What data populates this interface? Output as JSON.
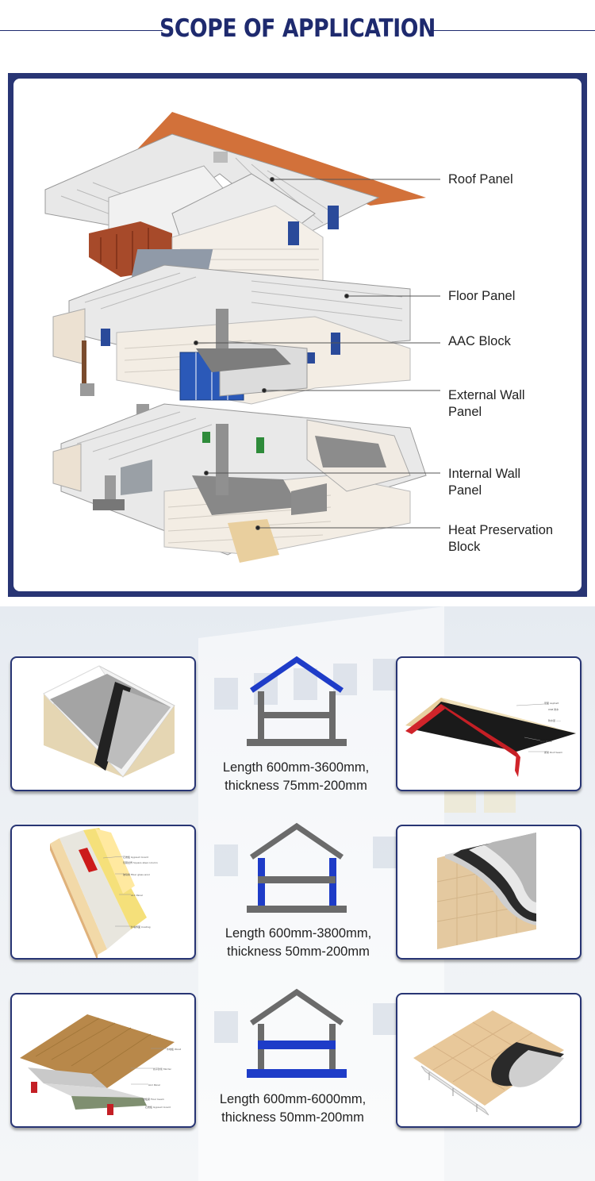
{
  "header": {
    "title": "SCOPE OF APPLICATION"
  },
  "diagram": {
    "callouts": [
      {
        "id": "roof",
        "text": "Roof Panel"
      },
      {
        "id": "floor",
        "text": "Floor Panel"
      },
      {
        "id": "aac",
        "text": "AAC Block"
      },
      {
        "id": "external",
        "line1": "External Wall",
        "line2": "Panel"
      },
      {
        "id": "internal",
        "line1": "Internal Wall",
        "line2": "Panel"
      },
      {
        "id": "heat",
        "line1": "Heat Preservation",
        "line2": "Block"
      }
    ]
  },
  "applications": [
    {
      "highlight": "roof",
      "line1": "Length 600mm-3600mm,",
      "line2": "thickness 75mm-200mm"
    },
    {
      "highlight": "walls",
      "line1": "Length 600mm-3800mm,",
      "line2": "thickness 50mm-200mm"
    },
    {
      "highlight": "floor",
      "line1": "Length 600mm-6000mm,",
      "line2": "thickness 50mm-200mm"
    }
  ],
  "colors": {
    "navy": "#283574",
    "highlight_blue": "#1e3cc8",
    "icon_gray": "#6b6b6b",
    "roof_orange": "#d2713a"
  }
}
